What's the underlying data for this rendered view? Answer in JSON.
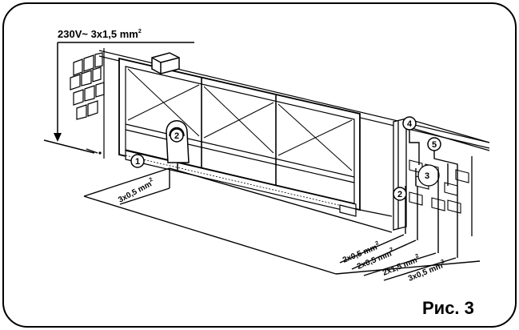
{
  "power_supply": {
    "label": "230V~ 3x1,5 mm",
    "superscript": "2"
  },
  "cables": {
    "motor": {
      "label": "3x0,5 mm",
      "superscript": "2"
    },
    "c1": {
      "label": "2x0,5 mm",
      "superscript": "2"
    },
    "c2": {
      "label": "2x0,5 mm",
      "superscript": "2"
    },
    "c3": {
      "label": "2x1,5 mm",
      "superscript": "2"
    },
    "c4": {
      "label": "3x0,5 mm",
      "superscript": "2"
    }
  },
  "components": {
    "c1": "1",
    "c2_gate": "2",
    "c2_pillar": "2",
    "c3": "3",
    "c4": "4",
    "c5": "5"
  },
  "figure_label": "Рис. 3"
}
